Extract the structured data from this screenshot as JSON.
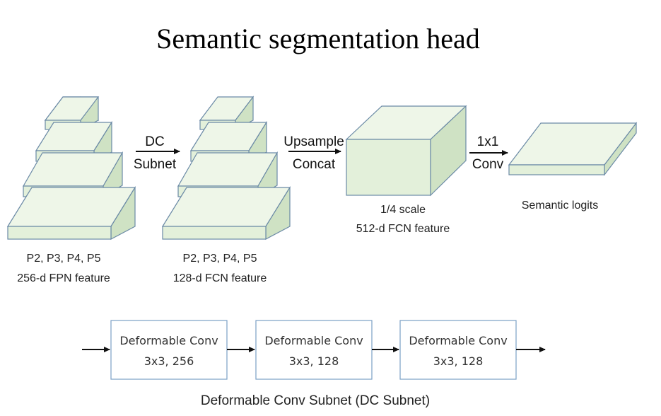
{
  "title": "Semantic segmentation head",
  "stacks": [
    {
      "line1": "P2, P3, P4, P5",
      "line2": "256-d FPN feature"
    },
    {
      "line1": "P2, P3, P4, P5",
      "line2": "128-d FCN feature"
    }
  ],
  "operations": {
    "dc": {
      "line1": "DC",
      "line2": "Subnet"
    },
    "upsample": {
      "line1": "Upsample",
      "line2": "Concat"
    },
    "conv1x1": {
      "line1": "1x1",
      "line2": "Conv"
    }
  },
  "cube": {
    "line1": "1/4 scale",
    "line2": "512-d FCN feature"
  },
  "logits": {
    "label": "Semantic logits"
  },
  "subnet_boxes": [
    {
      "line1": "Deformable Conv",
      "line2": "3x3, 256"
    },
    {
      "line1": "Deformable Conv",
      "line2": "3x3, 128"
    },
    {
      "line1": "Deformable Conv",
      "line2": "3x3, 128"
    }
  ],
  "subnet_caption": "Deformable Conv Subnet (DC Subnet)",
  "colors": {
    "slab_front": "#e3f0da",
    "slab_top": "#eef6e8",
    "slab_side": "#cfe2c4",
    "slab_outline": "#6b8aa6",
    "box_outline": "#7a9fc4"
  }
}
